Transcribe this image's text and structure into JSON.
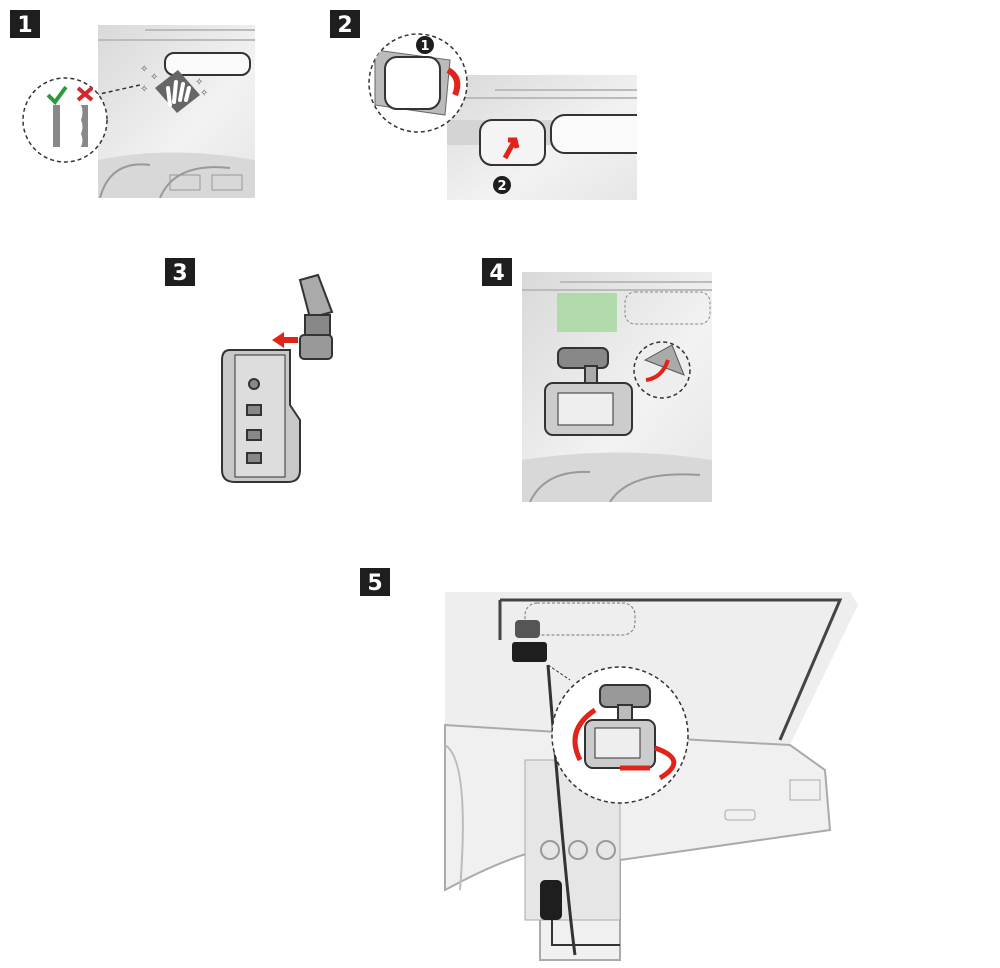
{
  "steps": [
    {
      "label": "1"
    },
    {
      "label": "2",
      "callouts": [
        "1",
        "2"
      ]
    },
    {
      "label": "3"
    },
    {
      "label": "4"
    },
    {
      "label": "5"
    }
  ],
  "colors": {
    "label_bg": "#1e1e1e",
    "arrow": "#e2231a",
    "check": "#2e9a3e",
    "cross": "#d7262b",
    "panel": "#e4e4e4",
    "outline": "#333333",
    "highlight": "#a8d8a0"
  },
  "icons": [
    "checkmark-icon",
    "cross-icon",
    "hand-cloth-icon",
    "sparkle-icon",
    "arrow-icon",
    "rotate-arrow-icon"
  ]
}
